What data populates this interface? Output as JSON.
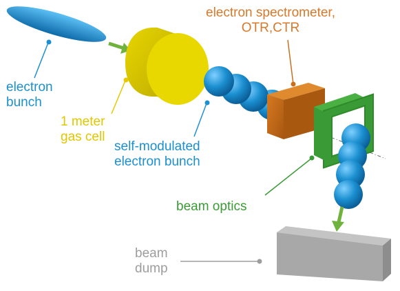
{
  "colors": {
    "electron": "#1b8fd0",
    "gas_cell": "#e6d300",
    "spectrometer": "#c96f1c",
    "optics": "#3a9a35",
    "dump": "#9d9d9d",
    "arrow": "#6fb23c"
  },
  "labels": {
    "electron_bunch": [
      "electron",
      "bunch"
    ],
    "gas_cell": [
      "1 meter",
      "gas cell"
    ],
    "self_modulated": [
      "self-modulated",
      "electron bunch"
    ],
    "spectrometer": [
      "electron spectrometer,",
      "OTR,CTR"
    ],
    "beam_optics": "beam optics",
    "beam_dump": [
      "beam",
      "dump"
    ]
  }
}
